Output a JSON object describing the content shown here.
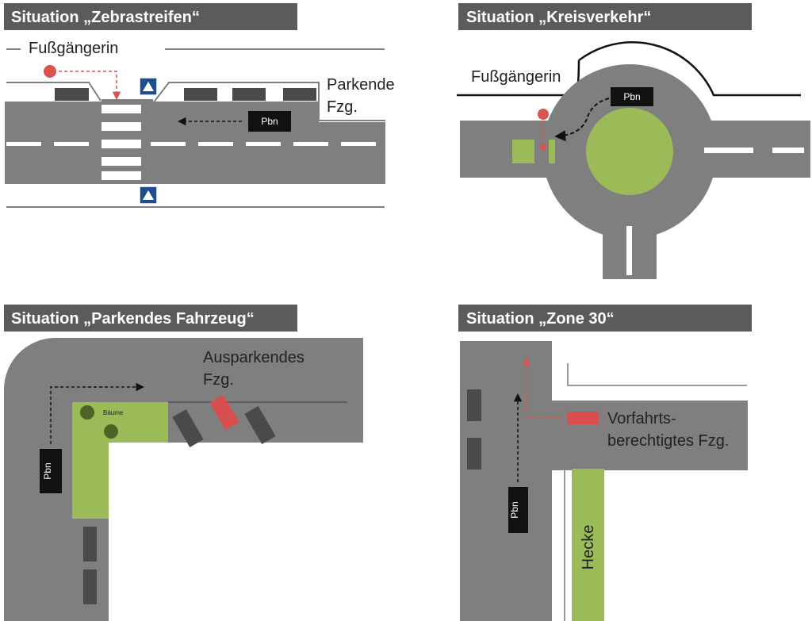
{
  "panels": [
    {
      "title": "Situation „Zebrastreifen“",
      "labels": {
        "pedestrian": "Fußgängerin",
        "parked_line1": "Parkende",
        "parked_line2": "Fzg.",
        "subject": "Pbn"
      }
    },
    {
      "title": "Situation „Kreisverkehr“",
      "labels": {
        "pedestrian": "Fußgängerin",
        "subject": "Pbn"
      }
    },
    {
      "title": "Situation „Parkendes Fahrzeug“",
      "labels": {
        "leaving_line1": "Ausparkendes",
        "leaving_line2": "Fzg.",
        "trees": "Bäume",
        "subject": "Pbn"
      }
    },
    {
      "title": "Situation „Zone 30“",
      "labels": {
        "priority_line1": "Vorfahrts-",
        "priority_line2": "berechtigtes  Fzg.",
        "hedge": "Hecke",
        "subject": "Pbn"
      }
    }
  ],
  "colors": {
    "header_bg": "#5b5b5b",
    "road": "#7f7f7f",
    "parked_car": "#4a4a4a",
    "grass": "#9bbb59",
    "pedestrian": "#d9534f",
    "highlight_car": "#d94f4f",
    "subject_car": "#111111",
    "sign": "#1f4e8c"
  }
}
